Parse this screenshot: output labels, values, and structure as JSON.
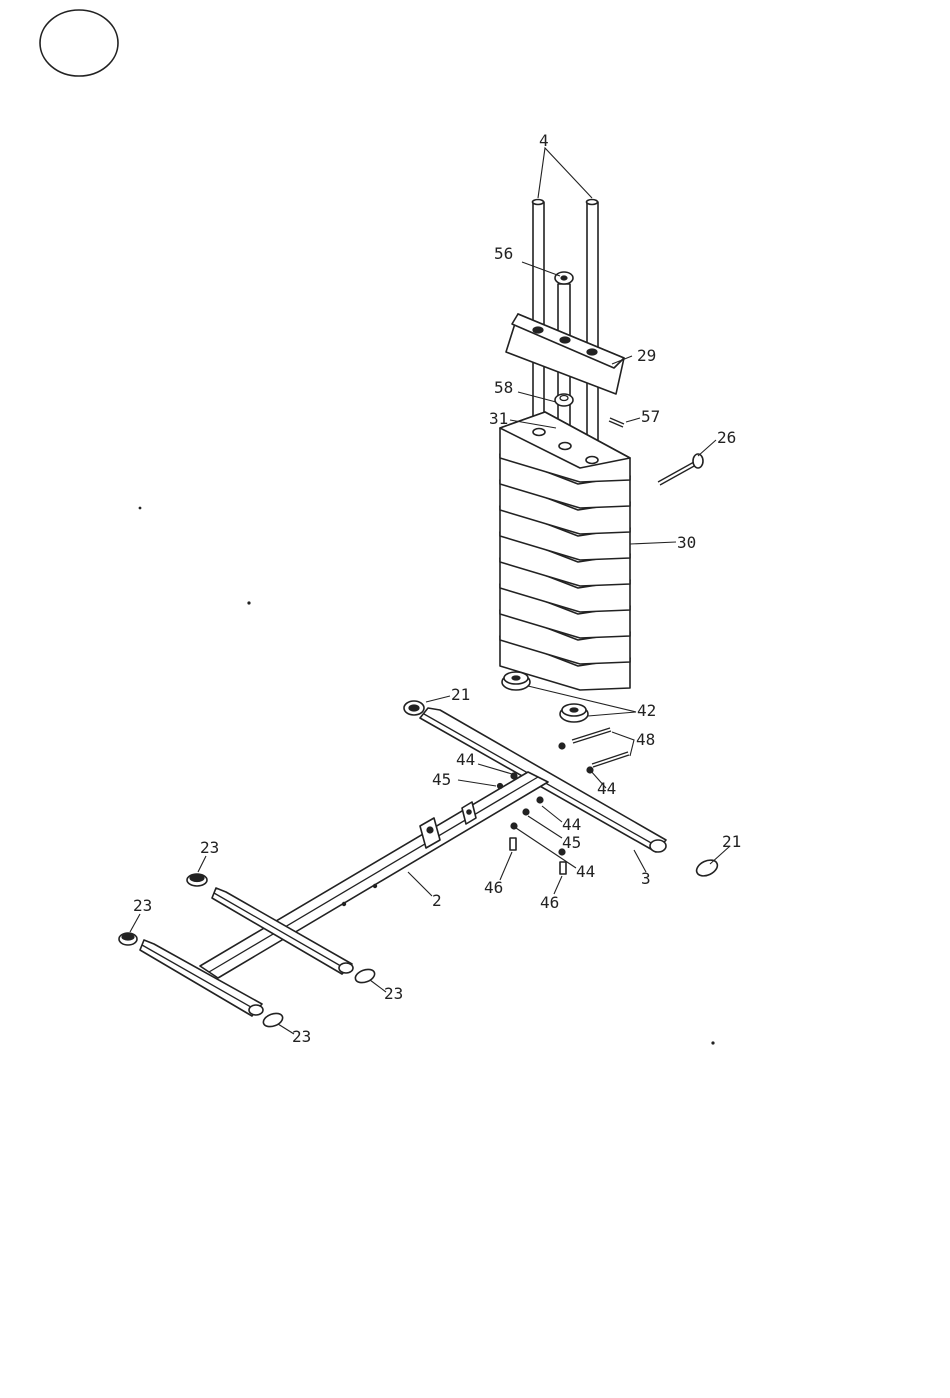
{
  "callouts": {
    "c4": "4",
    "c56": "56",
    "c29": "29",
    "c58": "58",
    "c31": "31",
    "c57": "57",
    "c26": "26",
    "c30": "30",
    "c21a": "21",
    "c42": "42",
    "c48": "48",
    "c44a": "44",
    "c45a": "45",
    "c44b": "44",
    "c44c": "44",
    "c45b": "45",
    "c44d": "44",
    "c21b": "21",
    "c23a": "23",
    "c2": "2",
    "c3": "3",
    "c46a": "46",
    "c46b": "46",
    "c23b": "23",
    "c23c": "23",
    "c23d": "23"
  },
  "colors": {
    "ink": "#222222",
    "paper": "#ffffff"
  }
}
